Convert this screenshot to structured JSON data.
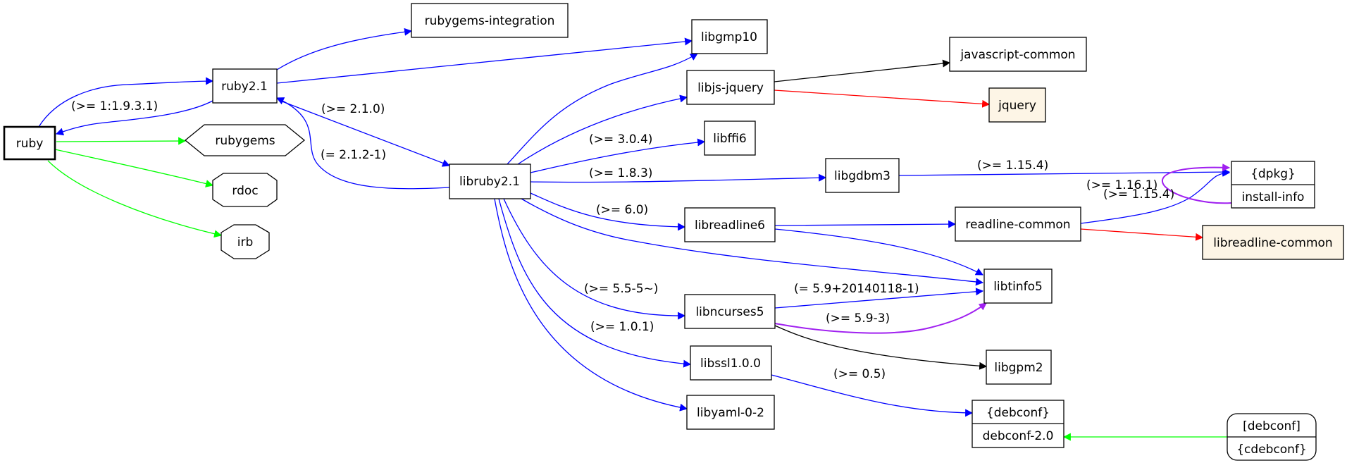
{
  "colors": {
    "depends": "#0000ff",
    "recommends": "#000000",
    "conflicts": "#ff0000",
    "provides": "#00ff00",
    "predepends": "#a020f0",
    "virtual_fill": "#fdf5e6"
  },
  "nodes": {
    "ruby": "ruby",
    "ruby21": "ruby2.1",
    "rubygems_integration": "rubygems-integration",
    "rubygems": "rubygems",
    "rdoc": "rdoc",
    "irb": "irb",
    "libruby21": "libruby2.1",
    "libgmp10": "libgmp10",
    "libjs_jquery": "libjs-jquery",
    "javascript_common": "javascript-common",
    "jquery": "jquery",
    "libffi6": "libffi6",
    "libgdbm3": "libgdbm3",
    "dpkg": "{dpkg}",
    "install_info": "install-info",
    "libreadline6": "libreadline6",
    "readline_common": "readline-common",
    "libreadline_common": "libreadline-common",
    "libtinfo5": "libtinfo5",
    "libncurses5": "libncurses5",
    "libgpm2": "libgpm2",
    "libssl": "libssl1.0.0",
    "libyaml": "libyaml-0-2",
    "debconf_top": "{debconf}",
    "debconf_bottom": "debconf-2.0",
    "cdebconf_top": "[debconf]",
    "cdebconf_bottom": "{cdebconf}"
  },
  "edge_labels": {
    "ruby21_ruby": "(>= 1:1.9.3.1)",
    "ruby21_libruby": "(>= 2.1.0)",
    "libruby_ruby21": "(= 2.1.2-1)",
    "libruby_libffi": "(>= 3.0.4)",
    "libruby_libgdbm": "(>= 1.8.3)",
    "libruby_libreadline": "(>= 6.0)",
    "libruby_libncurses": "(>= 5.5-5~)",
    "libruby_libssl": "(>= 1.0.1)",
    "libgdbm_dpkg": "(>= 1.15.4)",
    "readline_dpkg_a": "(>= 1.16.1)",
    "readline_dpkg_b": "(>= 1.15.4)",
    "libncurses_libtinfo": "(= 5.9+20140118-1)",
    "libncurses_libtinfo_pre": "(>= 5.9-3)",
    "libssl_debconf": "(>= 0.5)"
  }
}
